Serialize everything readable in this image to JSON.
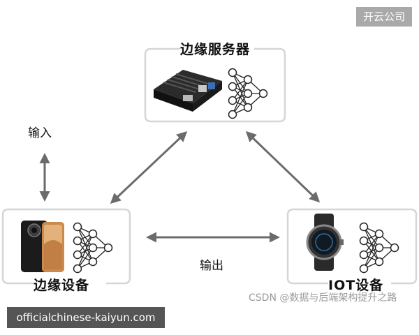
{
  "badge": "开云公司",
  "nodes": {
    "server": "边缘服务器",
    "edge": "边缘设备",
    "iot": "IOT设备"
  },
  "labels": {
    "input": "输入",
    "output": "输出"
  },
  "watermark": "CSDN @数据与后端架构提升之路",
  "url": "officialchinese-kaiyun.com",
  "colors": {
    "arrow": "#6b6b6b",
    "box_border": "#d6d6d6",
    "network": "#222222"
  },
  "icons": [
    "single-board-computer-icon",
    "smartphone-icon",
    "smartwatch-icon",
    "neural-network-icon"
  ]
}
